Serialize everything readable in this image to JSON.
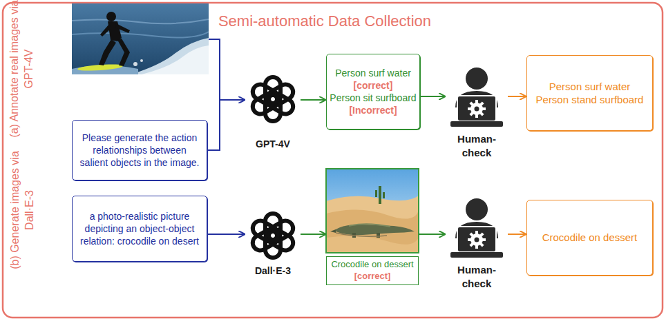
{
  "diagram": {
    "title": "Semi-automatic Data Collection",
    "nodes": [
      {
        "text": [
          "Please generate the action relationships between salient objects in the image."
        ]
      },
      {
        "text": [
          "GPT-4V"
        ]
      },
      {
        "text": [
          "Person surf water",
          "[correct]",
          "Person sit surfboard",
          "[Incorrect]"
        ]
      },
      {
        "text": [
          "Human- check"
        ]
      },
      {
        "text": [
          "Person surf water",
          "Person stand surfboard"
        ]
      },
      {
        "text": [
          "a photo-realistic picture depicting an object-object relation: crocodile on desert"
        ]
      },
      {
        "text": [
          "Dall·E-3"
        ]
      },
      {
        "text": [
          "Crocodile on dessert",
          "[correct]"
        ]
      },
      {
        "text": [
          "Human- check"
        ]
      },
      {
        "text": [
          "Crocodile on dessert"
        ]
      }
    ],
    "edges": [
      {
        "from": 0,
        "to": 1,
        "arrow": "to"
      },
      {
        "from": 1,
        "to": 2,
        "arrow": "to"
      },
      {
        "from": 2,
        "to": 3,
        "arrow": "to"
      },
      {
        "from": 3,
        "to": 4,
        "arrow": "to"
      },
      {
        "from": 5,
        "to": 6,
        "arrow": "to"
      },
      {
        "from": 6,
        "to": 7,
        "arrow": "to"
      },
      {
        "from": 7,
        "to": 8,
        "arrow": "to"
      },
      {
        "from": 8,
        "to": 9,
        "arrow": "to"
      }
    ],
    "labels": [
      "(a) Annotate real images via GPT-4V",
      "(b) Generate images via Dall·E-3"
    ]
  }
}
